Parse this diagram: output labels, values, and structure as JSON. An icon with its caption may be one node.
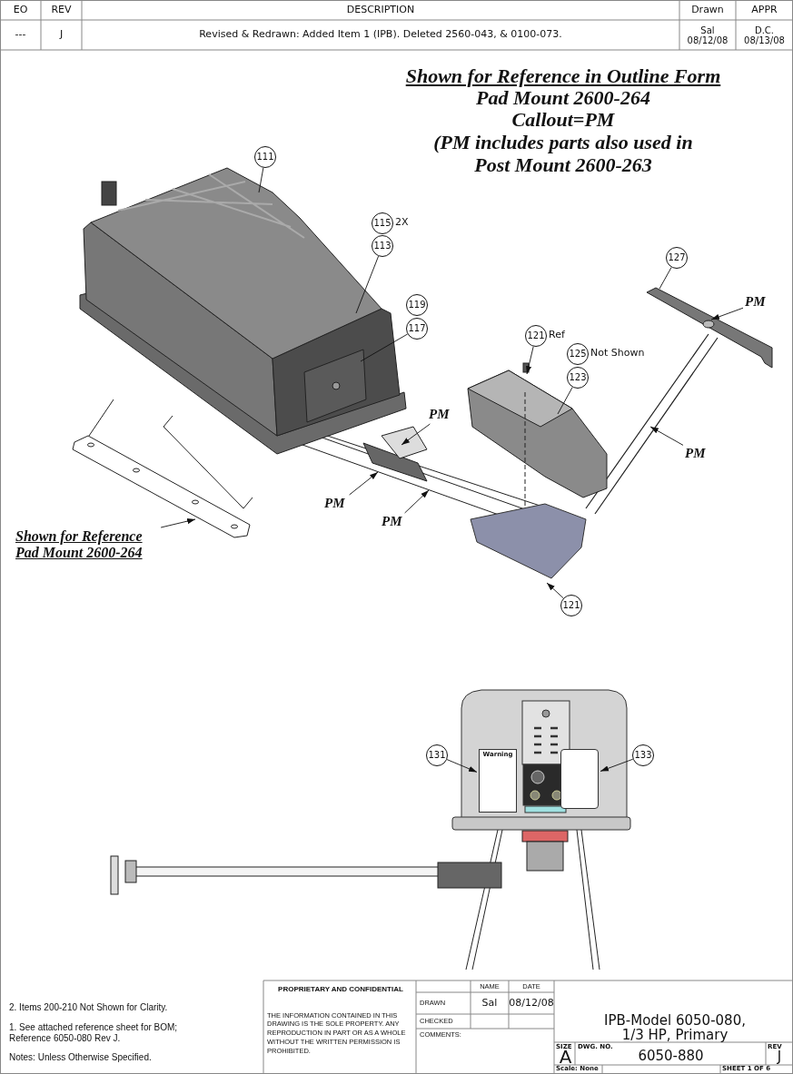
{
  "diagram": {
    "nodes": [
      {
        "text": [
          "111"
        ]
      },
      {
        "text": [
          "115"
        ],
        "beside": [
          "2X"
        ]
      },
      {
        "text": [
          "113"
        ]
      },
      {
        "text": [
          "119"
        ]
      },
      {
        "text": [
          "117"
        ]
      },
      {
        "text": [
          "127"
        ]
      },
      {
        "text": [
          "PM"
        ]
      },
      {
        "text": [
          "121"
        ],
        "beside": [
          "Ref"
        ]
      },
      {
        "text": [
          "125"
        ],
        "beside": [
          "Not Shown"
        ]
      },
      {
        "text": [
          "123"
        ]
      },
      {
        "text": [
          "PM"
        ]
      },
      {
        "text": [
          "PM"
        ]
      },
      {
        "text": [
          "PM"
        ]
      },
      {
        "text": [
          "PM"
        ]
      },
      {
        "text": [
          "Shown for Reference Pad Mount 2600-264"
        ]
      },
      {
        "text": [
          "121"
        ]
      },
      {
        "text": [
          "131"
        ]
      },
      {
        "text": [
          "133"
        ]
      },
      {
        "text": [
          "Warning"
        ]
      },
      {
        "text": [],
        "shape": "box"
      }
    ],
    "edges": [
      {
        "from": 0,
        "to": null,
        "arrow": "none"
      },
      {
        "from": 2,
        "to": null,
        "arrow": "none"
      },
      {
        "from": 4,
        "to": null,
        "arrow": "none"
      },
      {
        "from": 5,
        "to": null,
        "arrow": "none"
      },
      {
        "from": 6,
        "to": null,
        "arrow": "to"
      },
      {
        "from": 7,
        "to": null,
        "arrow": "to"
      },
      {
        "from": 9,
        "to": null,
        "arrow": "none"
      },
      {
        "from": 10,
        "to": null,
        "arrow": "to"
      },
      {
        "from": 11,
        "to": null,
        "arrow": "to"
      },
      {
        "from": 12,
        "to": null,
        "arrow": "to"
      },
      {
        "from": 13,
        "to": null,
        "arrow": "to"
      },
      {
        "from": 14,
        "to": null,
        "arrow": "to"
      },
      {
        "from": 15,
        "to": null,
        "arrow": "to"
      },
      {
        "from": 16,
        "to": 18,
        "arrow": "to"
      },
      {
        "from": 17,
        "to": 19,
        "arrow": "to"
      }
    ],
    "labels": [
      "EO",
      "REV",
      "DESCRIPTION",
      "Drawn",
      "APPR",
      "---",
      "J",
      "Revised & Redrawn: Added Item 1 (IPB). Deleted 2560-043, & 0100-073.",
      "Sal 08/12/08",
      "D.C. 08/13/08",
      "Shown for Reference in Outline Form",
      "Pad Mount 2600-264",
      "Callout=PM",
      "(PM includes parts also used in",
      "Post Mount 2600-263",
      "2. Items 200-210 Not Shown for Clarity.",
      "1. See attached reference sheet for BOM; Reference 6050-080 Rev J.",
      "Notes: Unless Otherwise Specified.",
      "PROPRIETARY AND CONFIDENTIAL",
      "THE INFORMATION CONTAINED IN THIS DRAWING IS THE SOLE PROPERTY. ANY REPRODUCTION IN PART OR AS A WHOLE WITHOUT THE WRITTEN PERMISSION IS PROHIBITED.",
      "NAME",
      "DATE",
      "DRAWN",
      "Sal",
      "08/12/08",
      "CHECKED",
      "COMMENTS:",
      "IPB-Model 6050-080, 1/3 HP, Primary",
      "SIZE",
      "A",
      "DWG. NO.",
      "6050-880",
      "REV",
      "J",
      "Scale: None",
      "SHEET 1 OF 6"
    ]
  }
}
